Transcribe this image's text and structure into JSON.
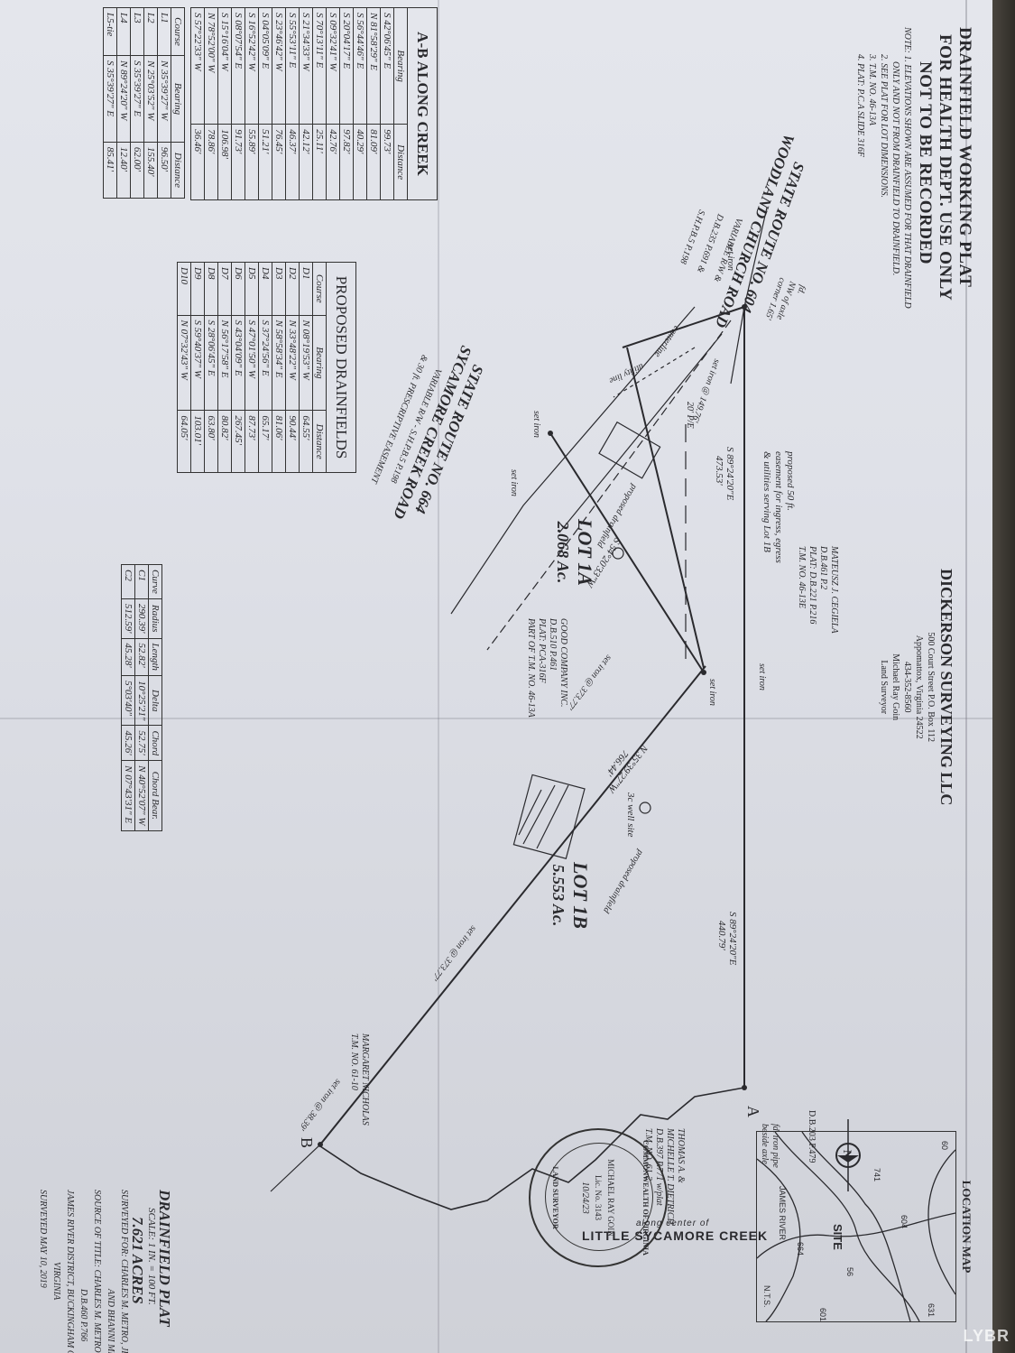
{
  "header": {
    "line1": "DRAINFIELD WORKING PLAT",
    "line2": "FOR HEALTH DEPT. USE ONLY",
    "line3": "NOT TO BE RECORDED"
  },
  "notes": [
    "NOTE: 1. ELEVATIONS SHOWN ARE ASSUMED FOR THAT DRAINFIELD",
    "ONLY AND NOT FROM DRAINFIELD TO DRAINFIELD.",
    "2. SEE PLAT FOR LOT DIMENSIONS.",
    "3. T.M. NO. 46-13A",
    "4. PLAT: P.C.A SLIDE 316F"
  ],
  "ab_table": {
    "title": "A-B ALONG CREEK",
    "headers": [
      "Bearing",
      "Distance"
    ],
    "rows": [
      [
        "S 42°06'45\" E",
        "99.73'"
      ],
      [
        "N 81°58'29\" E",
        "81.09'"
      ],
      [
        "S 56°44'46\" E",
        "40.29'"
      ],
      [
        "S 20°04'17\" E",
        "97.82'"
      ],
      [
        "S 09°32'41\" W",
        "42.76'"
      ],
      [
        "S 70°13'11\" E",
        "25.11'"
      ],
      [
        "S 21°34'33\" W",
        "42.12'"
      ],
      [
        "S 55°53'11\" E",
        "46.37'"
      ],
      [
        "S 23°46'42\" W",
        "76.45'"
      ],
      [
        "S 04°05'09\" E",
        "51.21'"
      ],
      [
        "S 16°52'42\" W",
        "55.89'"
      ],
      [
        "S 08°07'54\" E",
        "91.73'"
      ],
      [
        "S 15°16'04\" W",
        "106.98'"
      ],
      [
        "N 78°52'00\" W",
        "78.86'"
      ],
      [
        "S 57°22'33\" W",
        "36.46'"
      ]
    ]
  },
  "course_table": {
    "headers": [
      "Course",
      "Bearing",
      "Distance"
    ],
    "rows": [
      [
        "L1",
        "N 35°39'27\" W",
        "96.50'"
      ],
      [
        "L2",
        "N 25°03'52\" W",
        "155.40'"
      ],
      [
        "L3",
        "S 35°39'27\" E",
        "62.00'"
      ],
      [
        "L4",
        "N 89°24'20\" W",
        "12.40'"
      ],
      [
        "L5-tie",
        "S 35°39'27\" E",
        "85.41'"
      ]
    ]
  },
  "drainfield_table": {
    "title": "PROPOSED DRAINFIELDS",
    "headers": [
      "Course",
      "Bearing",
      "Distance"
    ],
    "rows": [
      [
        "D1",
        "N 08°19'53\" W",
        "64.55'"
      ],
      [
        "D2",
        "N 33°48'22\" W",
        "90.44'"
      ],
      [
        "D3",
        "N 58°58'34\" E",
        "81.06'"
      ],
      [
        "D4",
        "S 37°24'56\" E",
        "65.17'"
      ],
      [
        "D5",
        "S 47°01'50\" W",
        "87.73'"
      ],
      [
        "D6",
        "S 43°04'09\" E",
        "267.45'"
      ],
      [
        "D7",
        "N 56°17'58\" E",
        "80.82'"
      ],
      [
        "D8",
        "S 28°06'45\" E",
        "63.80'"
      ],
      [
        "D9",
        "S 59°40'37\" W",
        "103.01'"
      ],
      [
        "D10",
        "N 07°32'43\" W",
        "64.05'"
      ]
    ]
  },
  "curve_table": {
    "headers": [
      "Curve",
      "Radius",
      "Length",
      "Delta",
      "Chord",
      "Chord Bear."
    ],
    "rows": [
      [
        "C1",
        "290.39'",
        "52.82'",
        "10°25'21\"",
        "52.75'",
        "N 40°52'07\" W"
      ],
      [
        "C2",
        "512.59'",
        "45.28'",
        "5°03'40\"",
        "45.26'",
        "N 07°43'31\" E"
      ]
    ]
  },
  "roads": {
    "route604_line1": "STATE ROUTE NO. 604",
    "route604_line2": "WOODLAND CHURCH ROAD",
    "route604_rw": "VARIABLE R/W &",
    "route604_ref": "D.B.235 P.691 &",
    "route604_ref2": "S.H.P.B.5 P.198",
    "route664_line1": "STATE ROUTE NO. 664",
    "route664_line2": "SYCAMORE CREEK ROAD",
    "route664_rw": "VARIABLE R/W - S.H.P.B.5 P.198",
    "route664_easement": "& 30 ft. PRESCRIPTIVE EASEMENT",
    "centerline": "centerline"
  },
  "company": {
    "name": "DICKERSON SURVEYING LLC",
    "address1": "500 Court Street P.O. Box 112",
    "address2": "Appomattox, Virginia 24522",
    "phone": "434-352-8560",
    "surveyor": "Michael Ray Goin",
    "title": "Land Surveyor"
  },
  "lots": {
    "lot1a_name": "LOT 1A",
    "lot1a_area": "2.068 Ac.",
    "lot1b_name": "LOT 1B",
    "lot1b_area": "5.553 Ac."
  },
  "labels": {
    "set_iron": "set iron",
    "easement1": "proposed 50 ft.",
    "easement2": "easement for ingress, egress",
    "easement3": "& utilities serving Lot 1B",
    "bearing_top1": "S 89°24'20\"E",
    "dist_top1": "473.53'",
    "bearing_top2": "S 89°24'20\"E",
    "dist_top2": "440.79'",
    "bearing_mid": "S 54°20'33\"W",
    "bearing_diag": "N 35°39'27\"W",
    "dist_diag": "766.44'",
    "set_iron_at_1": "set iron @ 373.77'",
    "set_iron_at_2": "set iron @ 373.77'",
    "set_iron_at_3": "set iron @ 38.39'",
    "set_iron_at_4": "set iron @ 149.76'",
    "pole": "20' P/E",
    "fd_iron1": "fd. iron pipe",
    "fd_iron2": "beside axle",
    "fd_axle1": "fd.",
    "fd_axle2": "NW of axle",
    "fd_axle3": "corner 1.65'",
    "proposed_drainfield": "proposed drainfield",
    "utility_line": "utility line",
    "well_site": "3c well site",
    "point_a": "A",
    "point_b": "B",
    "creek_caption": "along center of",
    "creek": "LITTLE SYCAMORE CREEK",
    "db_ref": "D.B.203 P.479"
  },
  "owners": {
    "mateusz1": "MATEUSZ J. CEGIELA",
    "mateusz2": "D.B.461 P.2",
    "mateusz3": "PLAT: D.B.221 P.216",
    "mateusz4": "T.M. NO. 46-13E",
    "good1": "GOOD COMPANY INC.",
    "good2": "D.B.510 P.461",
    "good3": "PLAT: PCA-316F",
    "good4": "PART OF T.M. NO. 46-13A",
    "margaret1": "MARGARET NICHOLAS",
    "margaret2": "T.M. NO. 61-10",
    "thomas1": "THOMAS A. &",
    "thomas2": "MICHELLE T. DIETRICH",
    "thomas3": "D.B.397 P.771 w/plat",
    "thomas4": "T.M. NO. 61-2"
  },
  "plat_info": {
    "title": "DRAINFIELD PLAT",
    "scale": "SCALE: 1 IN. = 100 FT.",
    "acres": "7.621 ACRES",
    "surveyed_for": "SURVEYED FOR: CHARLES M. METRO, JR",
    "surveyed_for2": "AND BHANNI METRO",
    "source": "SOURCE OF TITLE: CHARLES M. METRO",
    "source2": "D.B.460 P.766",
    "district": "JAMES RIVER DISTRICT, BUCKINGHAM COU",
    "state": "VIRGINIA",
    "date": "SURVEYED MAY 10, 2019"
  },
  "seal": {
    "ring_top": "COMMONWEALTH OF VIRGINIA",
    "name": "MICHAEL RAY GOIN",
    "lic": "Lic. No. 3143",
    "date": "10/24/23",
    "ring_bottom": "LAND SURVEYOR"
  },
  "location_map": {
    "title": "LOCATION MAP",
    "site": "SITE",
    "river": "JAMES RIVER",
    "nts": "N.T.S.",
    "routes": [
      "60",
      "604",
      "664",
      "631",
      "601",
      "741",
      "56"
    ]
  },
  "watermark": "LYBR"
}
